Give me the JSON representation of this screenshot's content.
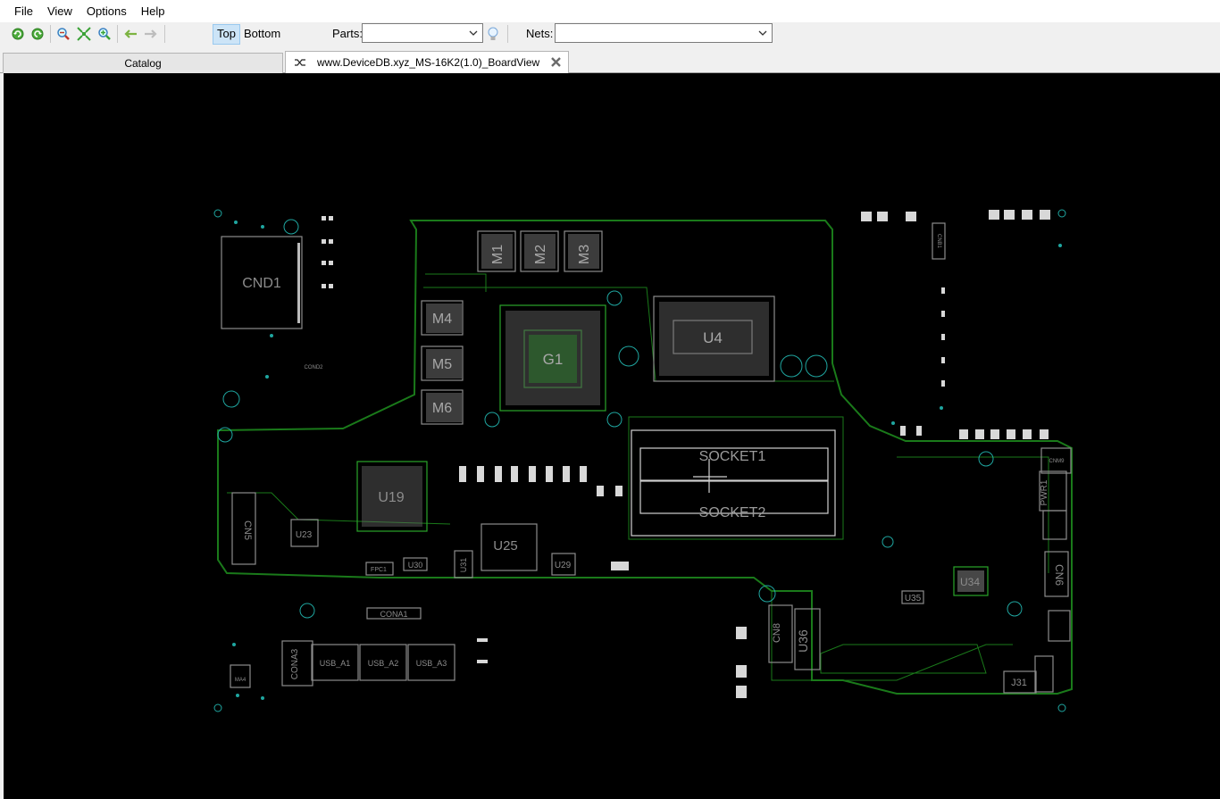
{
  "menu": {
    "items": [
      "File",
      "View",
      "Options",
      "Help"
    ]
  },
  "toolbar": {
    "layer_top": "Top",
    "layer_bottom": "Bottom",
    "parts_label": "Parts:",
    "parts_value": "",
    "nets_label": "Nets:",
    "nets_value": ""
  },
  "tabs": {
    "catalog": "Catalog",
    "board": "www.DeviceDB.xyz_MS-16K2(1.0)_BoardView"
  },
  "colors": {
    "outline": "#1a7a1a",
    "silk": "#8c8c8c",
    "pad": "#d8d8d8",
    "hole": "#1fa6a0",
    "active_tab_border": "#99c9ef"
  },
  "board": {
    "parts": {
      "cnd1": "CND1",
      "m1": "M1",
      "m2": "M2",
      "m3": "M3",
      "m4": "M4",
      "m5": "M5",
      "m6": "M6",
      "g1": "G1",
      "u4": "U4",
      "socket1": "SOCKET1",
      "socket2": "SOCKET2",
      "u19": "U19",
      "u23": "U23",
      "u25": "U25",
      "u29": "U29",
      "u30": "U30",
      "u31": "U31",
      "u34": "U34",
      "u35": "U35",
      "u36": "U36",
      "cn5": "CN5",
      "cn6": "CN6",
      "cn8": "CN8",
      "pwr1": "PWR1",
      "j31": "J31",
      "cona1": "CONA1",
      "cona3": "CONA3",
      "usb_a1": "USB_A1",
      "usb_a2": "USB_A2",
      "usb_a3": "USB_A3",
      "ma4": "MA4",
      "fpc1": "FPC1",
      "cnd2": "COND2",
      "cnb1": "CNB1",
      "cnm9": "CNM9"
    }
  }
}
